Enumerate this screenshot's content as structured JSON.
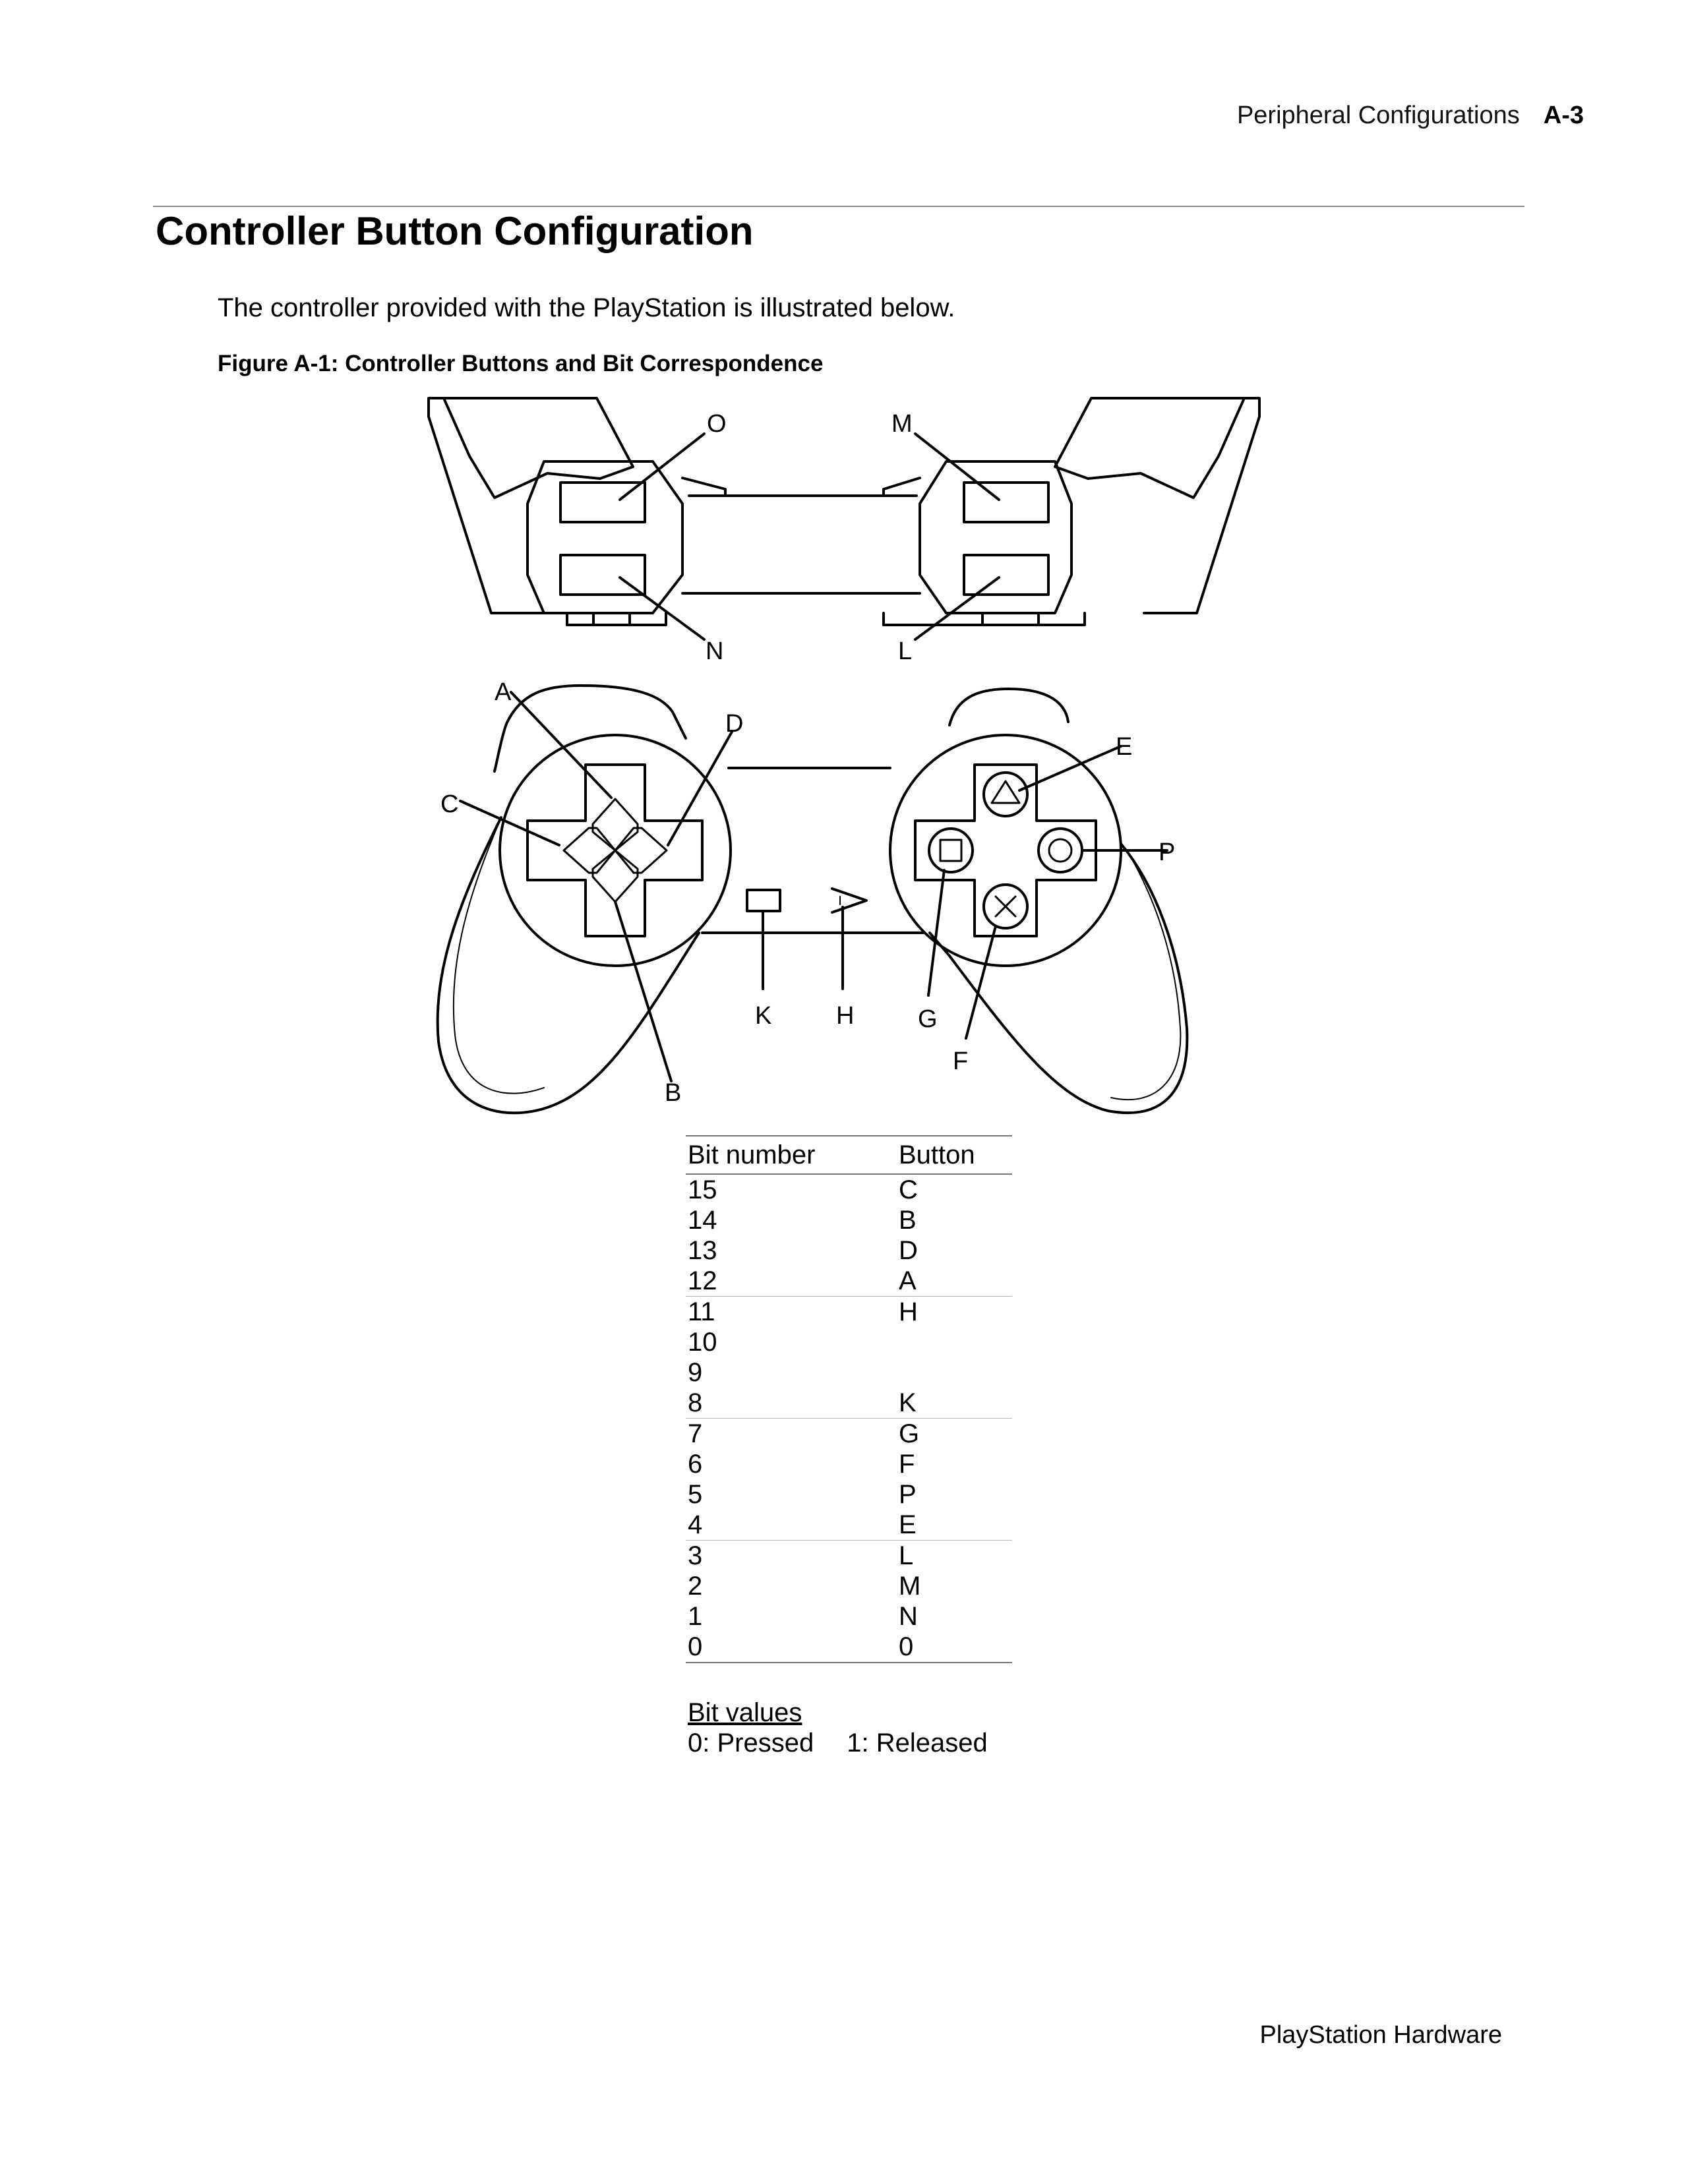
{
  "header": {
    "section": "Peripheral Configurations",
    "page_number": "A-3"
  },
  "title": "Controller Button Configuration",
  "intro": "The controller provided with the PlayStation is illustrated below.",
  "figure": {
    "caption": "Figure A-1: Controller Buttons and Bit Correspondence",
    "labels": {
      "O": "O",
      "M": "M",
      "N": "N",
      "L": "L",
      "A": "A",
      "C": "C",
      "D": "D",
      "E": "E",
      "P": "P",
      "K": "K",
      "H": "H",
      "G": "G",
      "F": "F",
      "B": "B"
    }
  },
  "table": {
    "headers": [
      "Bit number",
      "Button"
    ],
    "groups": [
      [
        [
          "15",
          "C"
        ],
        [
          "14",
          "B"
        ],
        [
          "13",
          "D"
        ],
        [
          "12",
          "A"
        ]
      ],
      [
        [
          "11",
          "H"
        ],
        [
          "10",
          ""
        ],
        [
          "9",
          ""
        ],
        [
          "8",
          "K"
        ]
      ],
      [
        [
          "7",
          "G"
        ],
        [
          "6",
          "F"
        ],
        [
          "5",
          "P"
        ],
        [
          "4",
          "E"
        ]
      ],
      [
        [
          "3",
          "L"
        ],
        [
          "2",
          "M"
        ],
        [
          "1",
          "N"
        ],
        [
          "0",
          "0"
        ]
      ]
    ]
  },
  "bit_values": {
    "title": "Bit values",
    "pressed": "0:  Pressed",
    "released": "1:  Released"
  },
  "footer": "PlayStation Hardware"
}
